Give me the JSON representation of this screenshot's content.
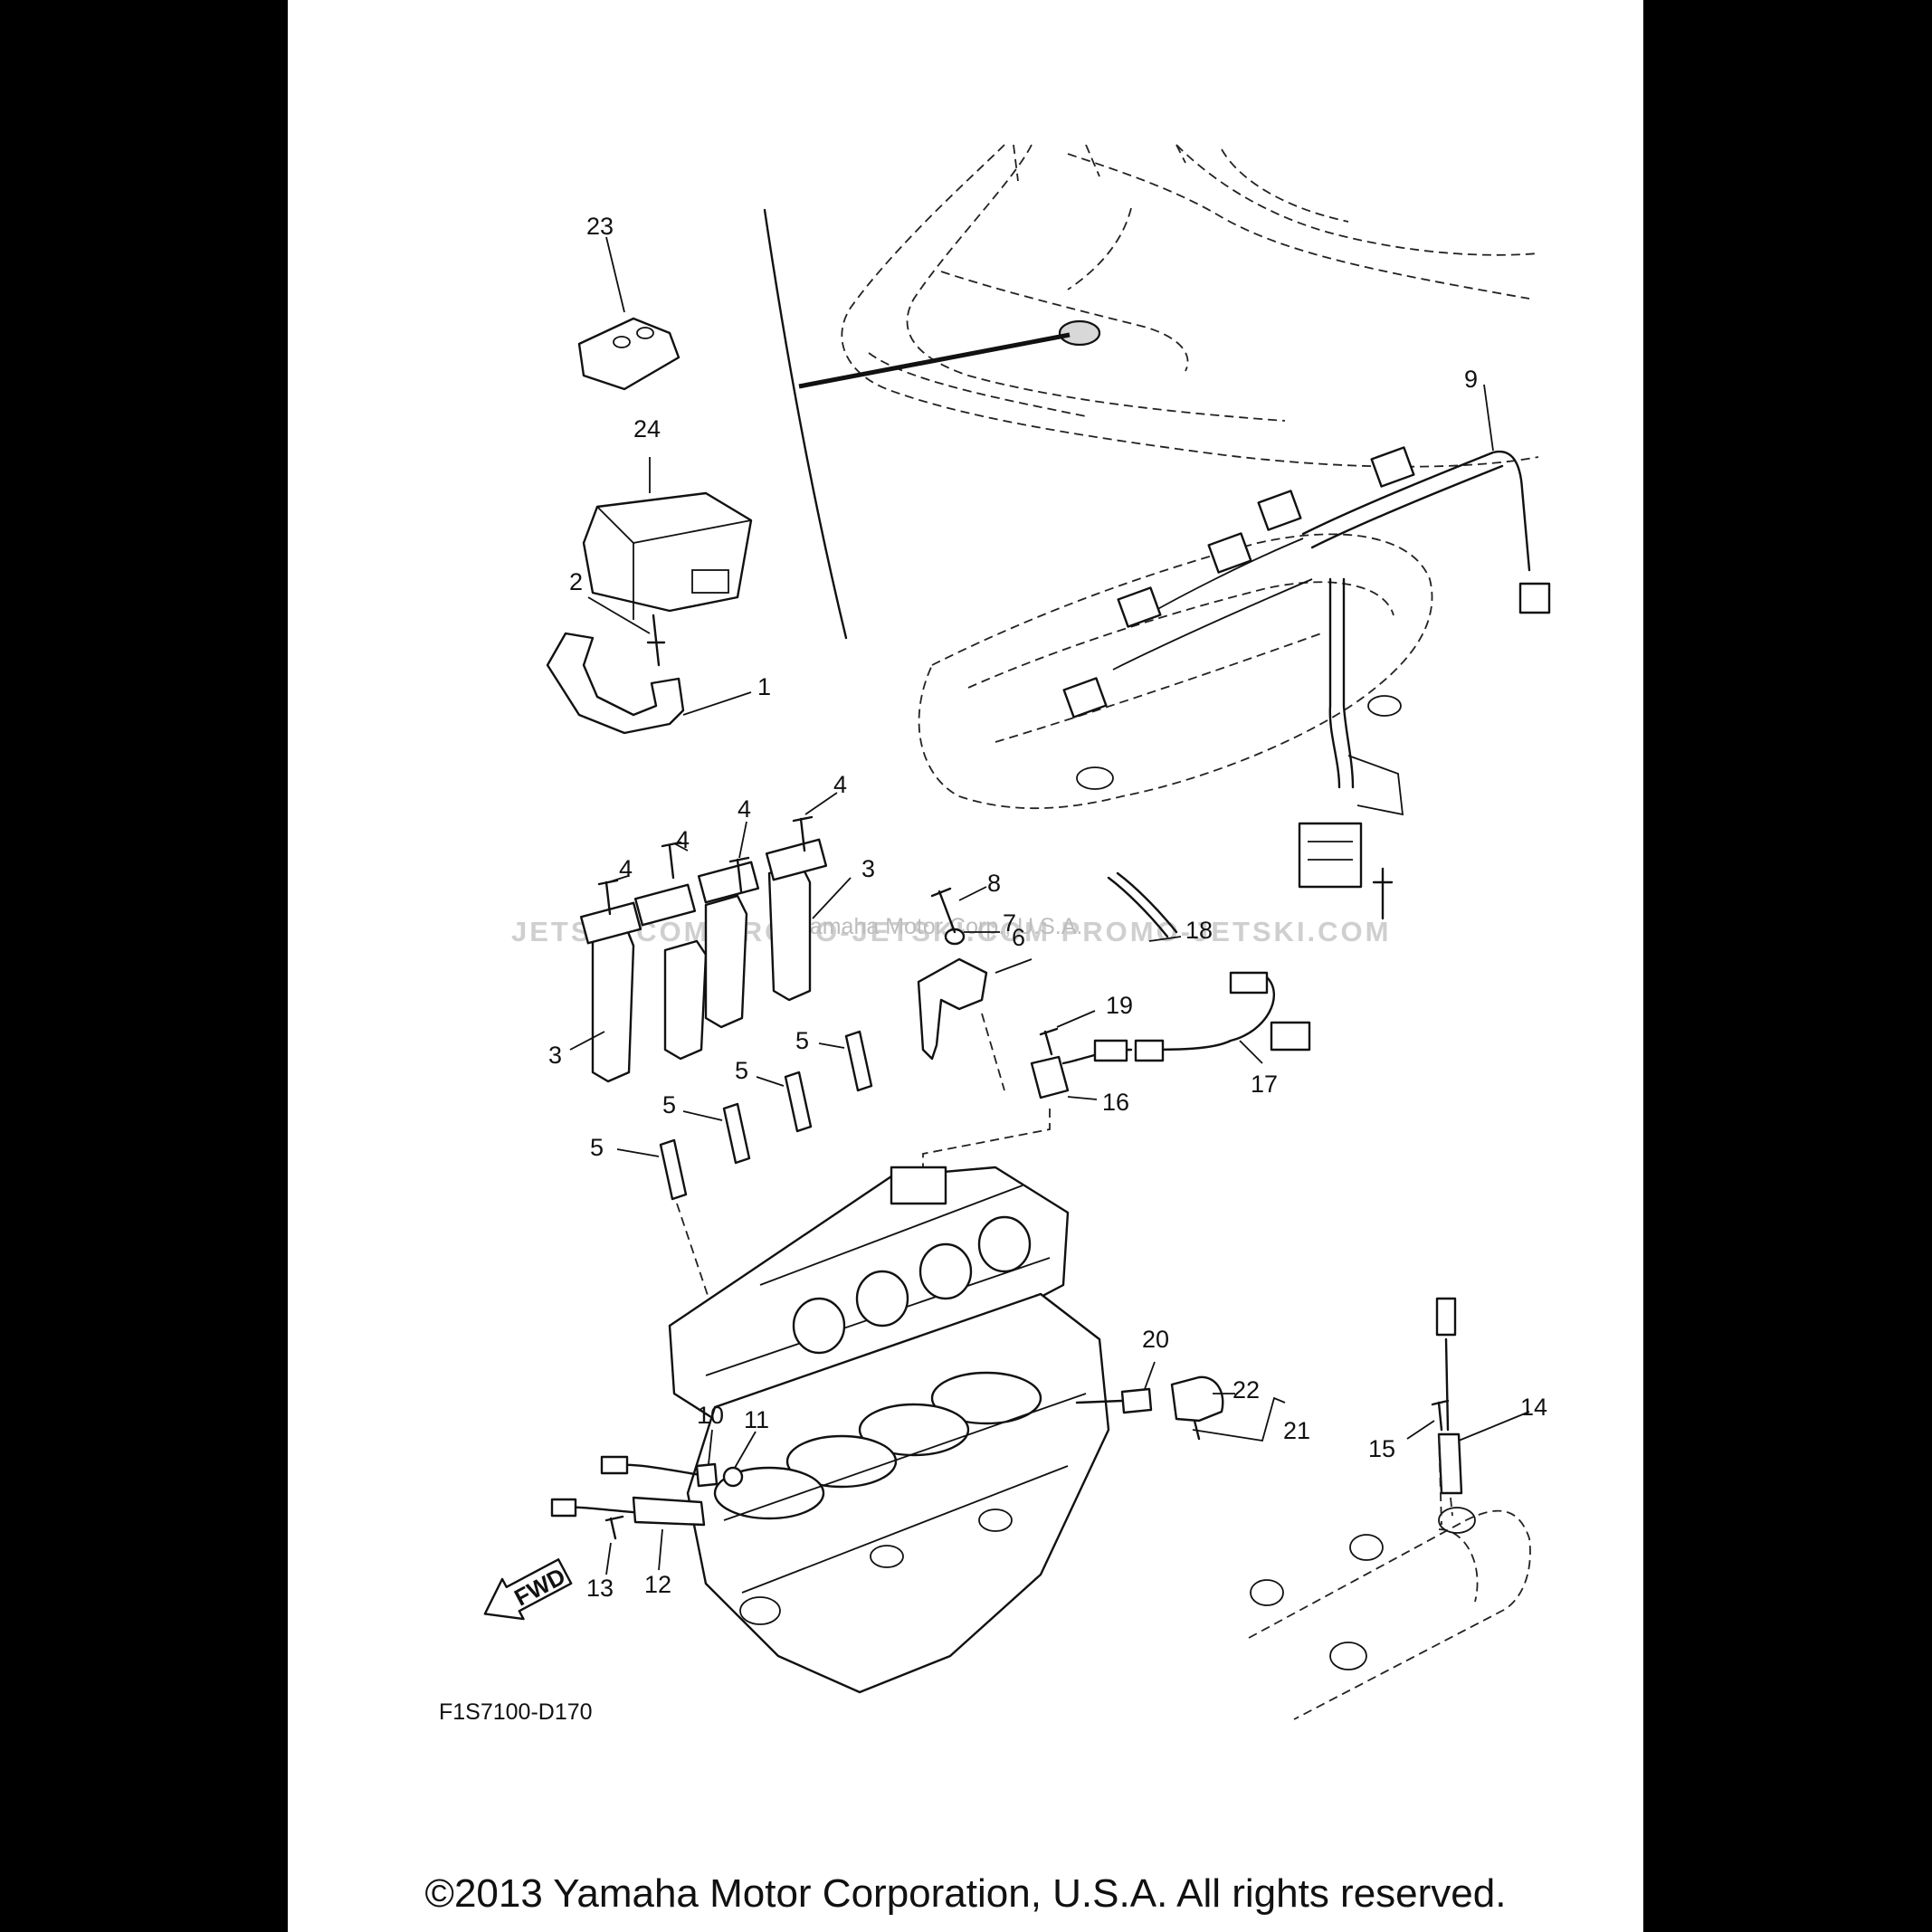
{
  "diagram": {
    "code": "F1S7100-D170",
    "fwd_label": "FWD",
    "copyright": "©2013 Yamaha Motor Corporation, U.S.A. All rights reserved.",
    "watermark": "JETSKI.COM   PROMO-JETSKI.COM   PROMO-JETSKI.COM",
    "watermark_small": "Yamaha Motor Corp., U.S.A.",
    "callouts": {
      "c1": "1",
      "c2": "2",
      "c3a": "3",
      "c3b": "3",
      "c4a": "4",
      "c4b": "4",
      "c4c": "4",
      "c4d": "4",
      "c5a": "5",
      "c5b": "5",
      "c5c": "5",
      "c5d": "5",
      "c6": "6",
      "c7": "7",
      "c8": "8",
      "c9": "9",
      "c10": "10",
      "c11": "11",
      "c12": "12",
      "c13": "13",
      "c14": "14",
      "c15": "15",
      "c16": "16",
      "c17": "17",
      "c18": "18",
      "c19": "19",
      "c20": "20",
      "c21": "21",
      "c22": "22",
      "c23": "23",
      "c24": "24"
    }
  }
}
